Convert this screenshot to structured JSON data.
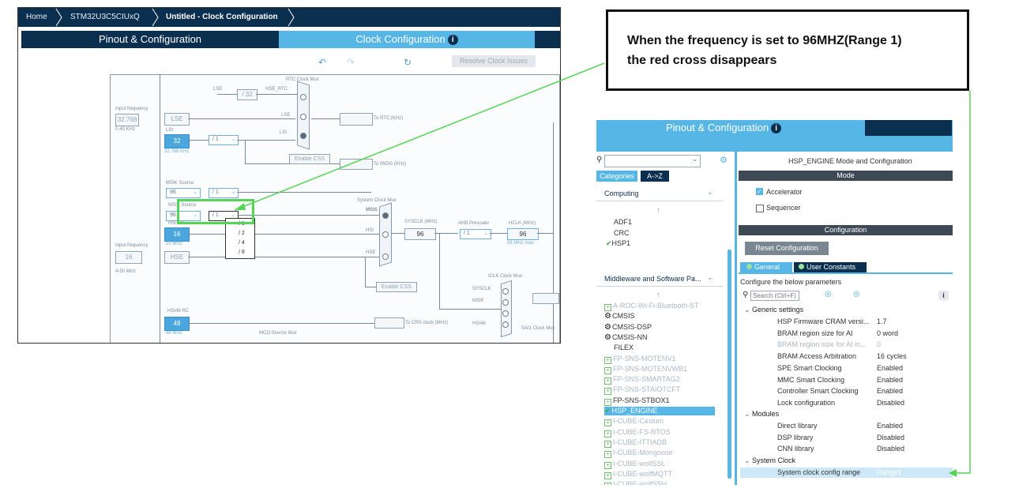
{
  "breadcrumb": {
    "home": "Home",
    "device": "STM32U3C5CIUxQ",
    "project": "Untitled - Clock Configuration"
  },
  "tabs": {
    "pinout": "Pinout & Configuration",
    "clock": "Clock Configuration",
    "info": "i"
  },
  "toolbar": {
    "resolve": "Resolve Clock Issues"
  },
  "diagram": {
    "rtc_mux": "RTC Clock Mux",
    "lse_label": "LSE",
    "hse_rtc": "HSE_RTC",
    "div32": "/ 32",
    "lse": "LSE",
    "lsi": "LSI",
    "lsi_val": "32",
    "lsi_div": "/ 1",
    "lsi_freq": "32.768 KHz",
    "enable_css": "Enable CSS",
    "to_rtc": "To RTC (KHz)",
    "to_iwdg": "To IWDG (KHz)",
    "input_freq": "Input frequency",
    "input_val": "32.768",
    "input_range": "0-40 KHz",
    "msik_source": "MSIK Source",
    "msik_val": "96",
    "msik_div": "/ 1",
    "msis_source": "MSIS Source",
    "msis_val": "96",
    "msis_div": "/ 1",
    "hsi_rc": "HSI RC",
    "hsi_val": "16",
    "hsi_freq": "16 MHz",
    "input_freq2": "Input frequency",
    "hse_in": "16",
    "hse_range": "4-50 MHz",
    "hse": "HSE",
    "sys_mux": "System Clock Mux",
    "msis": "MSIS",
    "hsi": "HSI",
    "hse2": "HSE",
    "sysclk_label": "SYSCLK (MHz)",
    "sysclk_val": "96",
    "ahb_label": "AHB Prescaler",
    "ahb_val": "/ 1",
    "hclk_label": "HCLK (MHz)",
    "hclk_val": "96",
    "hclk_max": "96 MHz max",
    "enable_css2": "Enable CSS",
    "iclk_mux": "ICLK Clock Mux",
    "sysclk2": "SYSCLK",
    "msik": "MSIK",
    "hsi48": "HSI48",
    "hsi48_rc": "HSI48 RC",
    "hsi48_val": "48",
    "hsi48_freq": "48 MHz",
    "to_crs": "To CRS clock (MHz)",
    "mco": "MCO Source Mux",
    "sai_mux": "SAI1 Clock Mux",
    "div_options": [
      "/ 1",
      "/ 2",
      "/ 4",
      "/ 8"
    ]
  },
  "callout": {
    "line1": "When the frequency is set to 96MHZ(Range 1)",
    "line2": "the red cross disappears"
  },
  "right": {
    "tab_title": "Pinout & Configuration",
    "info": "i",
    "categories": "Categories",
    "az": "A->Z",
    "computing": "Computing",
    "computing_items": [
      "ADF1",
      "CRC",
      "HSP1"
    ],
    "middleware": "Middleware and Software Pa...",
    "middleware_items": [
      {
        "label": "A-ROC-Wi-Fi-Bluetooth-ST",
        "style": "muted",
        "icon": "plus"
      },
      {
        "label": "CMSIS",
        "style": "normal",
        "icon": "gear"
      },
      {
        "label": "CMSIS-DSP",
        "style": "normal",
        "icon": "gear"
      },
      {
        "label": "CMSIS-NN",
        "style": "normal",
        "icon": "gear"
      },
      {
        "label": "FILEX",
        "style": "normal",
        "icon": "none"
      },
      {
        "label": "FP-SNS-MOTENV1",
        "style": "muted",
        "icon": "plus"
      },
      {
        "label": "FP-SNS-MOTENVWB1",
        "style": "muted",
        "icon": "plus"
      },
      {
        "label": "FP-SNS-SMARTAG2",
        "style": "muted",
        "icon": "plus"
      },
      {
        "label": "FP-SNS-STAIOTCFT",
        "style": "muted",
        "icon": "plus"
      },
      {
        "label": "FP-SNS-STBOX1",
        "style": "normal",
        "icon": "plus"
      },
      {
        "label": "HSP_ENGINE",
        "style": "selected",
        "icon": "check"
      },
      {
        "label": "I-CUBE-Cesium",
        "style": "muted",
        "icon": "plus"
      },
      {
        "label": "I-CUBE-FS-RTOS",
        "style": "muted",
        "icon": "plus"
      },
      {
        "label": "I-CUBE-ITTIADB",
        "style": "muted",
        "icon": "plus"
      },
      {
        "label": "I-CUBE-Mongoose",
        "style": "muted",
        "icon": "plus"
      },
      {
        "label": "I-CUBE-wolfSSL",
        "style": "muted",
        "icon": "plus"
      },
      {
        "label": "I-CUBE-wolfMQTT",
        "style": "muted",
        "icon": "plus"
      },
      {
        "label": "I-CUBE-wolfSSH",
        "style": "muted",
        "icon": "plus"
      }
    ],
    "mode_title": "HSP_ENGINE Mode and Configuration",
    "mode": "Mode",
    "accelerator": "Accelerator",
    "sequencer": "Sequencer",
    "configuration": "Configuration",
    "reset": "Reset Configuration",
    "general": "General",
    "user_constants": "User Constants",
    "configure_text": "Configure the below parameters",
    "search_placeholder": "Search (Ctrl+F)",
    "groups": {
      "generic": "Generic settings",
      "modules": "Modules",
      "system_clock": "System Clock"
    },
    "generic_params": [
      {
        "name": "HSP Firmware CRAM versi...",
        "value": "1.7",
        "muted": false
      },
      {
        "name": "BRAM region size for AI",
        "value": "0 word",
        "muted": false
      },
      {
        "name": "BRAM region size for AI in...",
        "value": "0",
        "muted": true
      },
      {
        "name": "BRAM Access Arbitration",
        "value": "16 cycles",
        "muted": false
      },
      {
        "name": "SPE Smart Clocking",
        "value": "Enabled",
        "muted": false
      },
      {
        "name": "MMC Smart Clocking",
        "value": "Enabled",
        "muted": false
      },
      {
        "name": "Controller Smart Clocking",
        "value": "Enabled",
        "muted": false
      },
      {
        "name": "Lock configuration",
        "value": "Disabled",
        "muted": false
      }
    ],
    "module_params": [
      {
        "name": "Direct library",
        "value": "Enabled"
      },
      {
        "name": "DSP library",
        "value": "Disabled"
      },
      {
        "name": "CNN library",
        "value": "Disabled"
      }
    ],
    "clock_param": {
      "name": "System clock config range",
      "value": "Range1"
    }
  },
  "colors": {
    "navy": "#0b2f4f",
    "tab_blue": "#56b6e6",
    "highlight_green": "#55d455",
    "block_blue": "#4aa6dd"
  }
}
